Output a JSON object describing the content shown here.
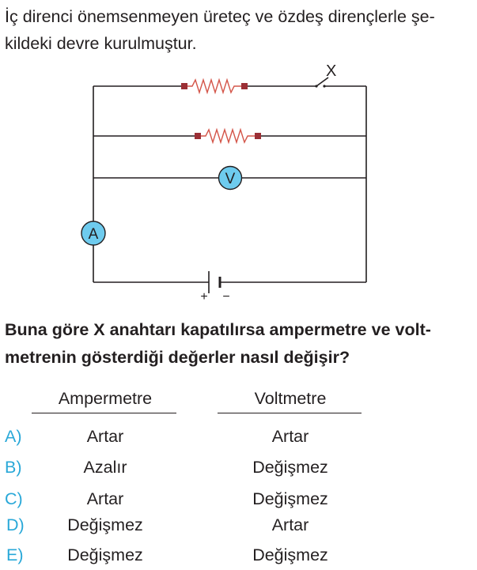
{
  "intro": {
    "line1": "İç direnci önemsenmeyen üreteç ve özdeş dirençlerle şe-",
    "line2": "kildeki devre kurulmuştur."
  },
  "circuit": {
    "switch_label": "X",
    "voltmeter_label": "V",
    "ammeter_label": "A",
    "battery_plus": "+",
    "battery_minus": "−",
    "meter_color": "#6ecbee",
    "resistor_color": "#d4564a",
    "terminal_color": "#9b2f35"
  },
  "question": {
    "line1": "Buna göre X anahtarı kapatılırsa ampermetre ve volt-",
    "line2": "metrenin gösterdiği değerler nasıl değişir?"
  },
  "table": {
    "headers": [
      "Ampermetre",
      "Voltmetre"
    ],
    "options": [
      {
        "letter": "A)",
        "ampermetre": "Artar",
        "voltmetre": "Artar"
      },
      {
        "letter": "B)",
        "ampermetre": "Azalır",
        "voltmetre": "Değişmez"
      },
      {
        "letter": "C)",
        "ampermetre": "Artar",
        "voltmetre": "Değişmez"
      },
      {
        "letter": "D)",
        "ampermetre": "Değişmez",
        "voltmetre": "Artar"
      },
      {
        "letter": "E)",
        "ampermetre": "Değişmez",
        "voltmetre": "Değişmez"
      }
    ]
  },
  "accent_color": "#29a8d8"
}
